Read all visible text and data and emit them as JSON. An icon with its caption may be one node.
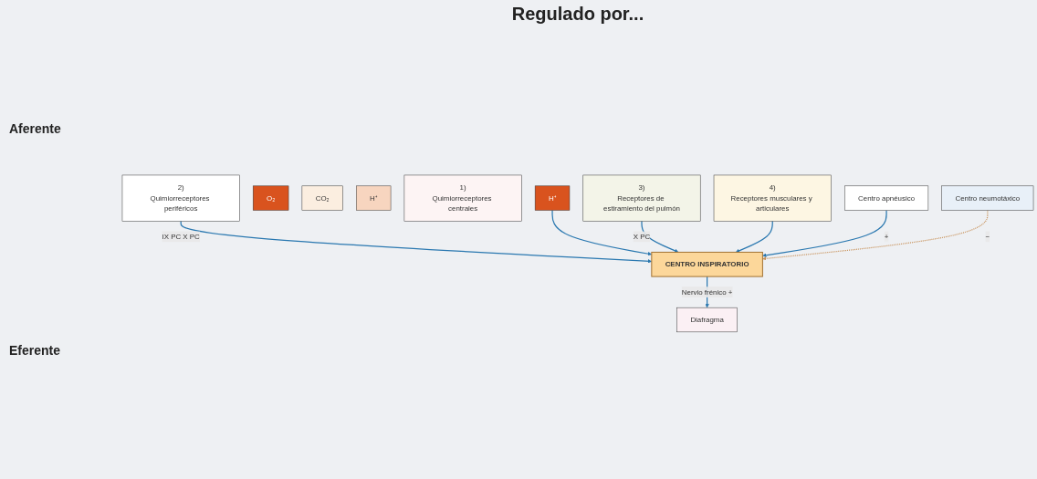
{
  "diagram": {
    "nodes": [
      {
        "text": [
          "2)",
          "Quimiorreceptores periféricos"
        ]
      },
      {
        "text": [
          "O₂"
        ]
      },
      {
        "text": [
          "CO₂"
        ]
      },
      {
        "text": [
          "H⁺"
        ]
      },
      {
        "text": [
          "1)",
          "Quimiorreceptores centrales"
        ]
      },
      {
        "text": [
          "H⁺"
        ]
      },
      {
        "text": [
          "3)",
          "Receptores de estiramiento del pulmón"
        ]
      },
      {
        "text": [
          "4)",
          "Receptores musculares y articulares"
        ]
      },
      {
        "text": [
          "Centro apnéusico"
        ]
      },
      {
        "text": [
          "CENTRO INSPIRATORIO"
        ]
      },
      {
        "text": [
          "Centro neumotáxico"
        ]
      },
      {
        "text": [
          "Diafragma"
        ]
      }
    ],
    "edges": [
      {
        "from": 0,
        "to": 9,
        "arrow": "to",
        "label": "IX PC X PC"
      },
      {
        "from": 5,
        "to": 9,
        "arrow": "to"
      },
      {
        "from": 6,
        "to": 9,
        "arrow": "to",
        "label": "X PC"
      },
      {
        "from": 7,
        "to": 9,
        "arrow": "to"
      },
      {
        "from": 8,
        "to": 9,
        "arrow": "to",
        "label": "+"
      },
      {
        "from": 10,
        "to": 9,
        "arrow": "to",
        "label": "−",
        "style": "dashed",
        "color": "#c8925a"
      },
      {
        "from": 9,
        "to": 11,
        "arrow": "to",
        "label": "Nervio frénico +"
      }
    ],
    "labels": [
      "Aferente",
      "Regulado por...",
      "Eferente"
    ]
  }
}
